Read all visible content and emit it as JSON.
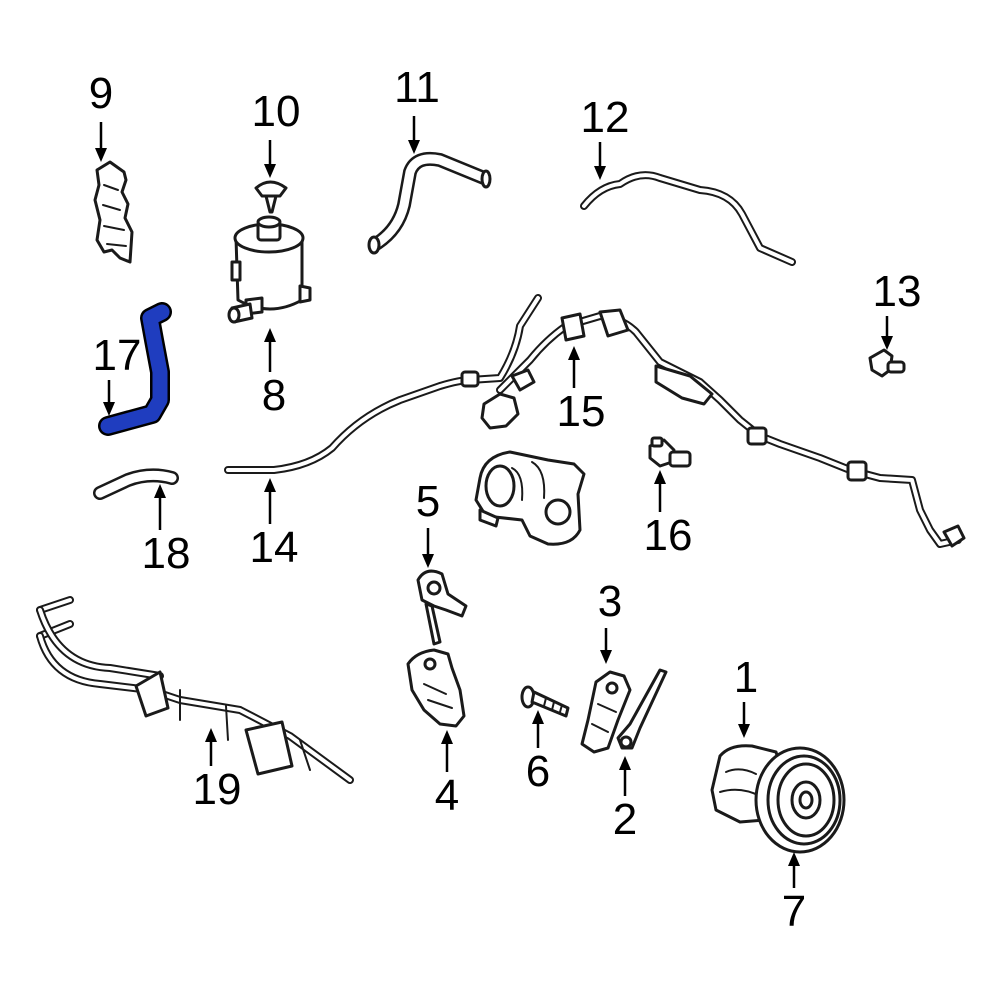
{
  "highlight_color": "#1f3dbf",
  "callouts": {
    "c1": "1",
    "c2": "2",
    "c3": "3",
    "c4": "4",
    "c5": "5",
    "c6": "6",
    "c7": "7",
    "c8": "8",
    "c9": "9",
    "c10": "10",
    "c11": "11",
    "c12": "12",
    "c13": "13",
    "c14": "14",
    "c15": "15",
    "c16": "16",
    "c17": "17",
    "c18": "18",
    "c19": "19"
  }
}
